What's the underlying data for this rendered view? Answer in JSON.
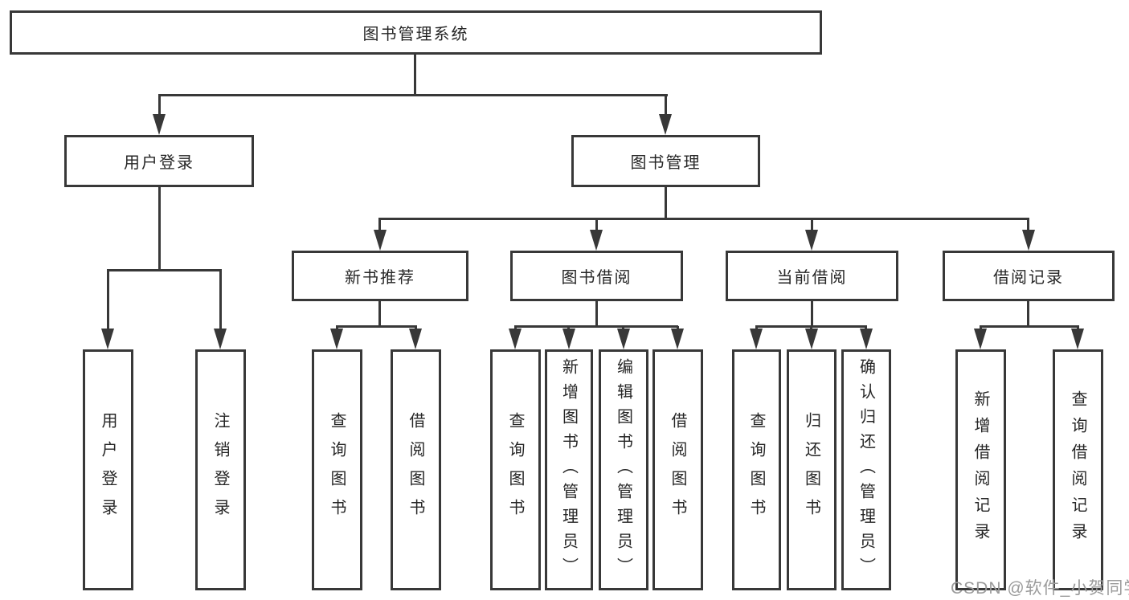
{
  "tree": {
    "label": "图书管理系统",
    "children": [
      {
        "label": "用户登录",
        "children": [
          {
            "label": "用户登录"
          },
          {
            "label": "注销登录"
          }
        ]
      },
      {
        "label": "图书管理",
        "children": [
          {
            "label": "新书推荐",
            "children": [
              {
                "label": "查询图书"
              },
              {
                "label": "借阅图书"
              }
            ]
          },
          {
            "label": "图书借阅",
            "children": [
              {
                "label": "查询图书"
              },
              {
                "label": "新增图书（管理员）"
              },
              {
                "label": "编辑图书（管理员）"
              },
              {
                "label": "借阅图书"
              }
            ]
          },
          {
            "label": "当前借阅",
            "children": [
              {
                "label": "查询图书"
              },
              {
                "label": "归还图书"
              },
              {
                "label": "确认归还（管理员）"
              }
            ]
          },
          {
            "label": "借阅记录",
            "children": [
              {
                "label": "新增借阅记录"
              },
              {
                "label": "查询借阅记录"
              }
            ]
          }
        ]
      }
    ]
  },
  "watermark": {
    "text": "CSDN @软件_小贺同学"
  },
  "colors": {
    "line": "#383838",
    "text": "#262626",
    "watermark": "#9b9b9b",
    "background": "#ffffff"
  }
}
